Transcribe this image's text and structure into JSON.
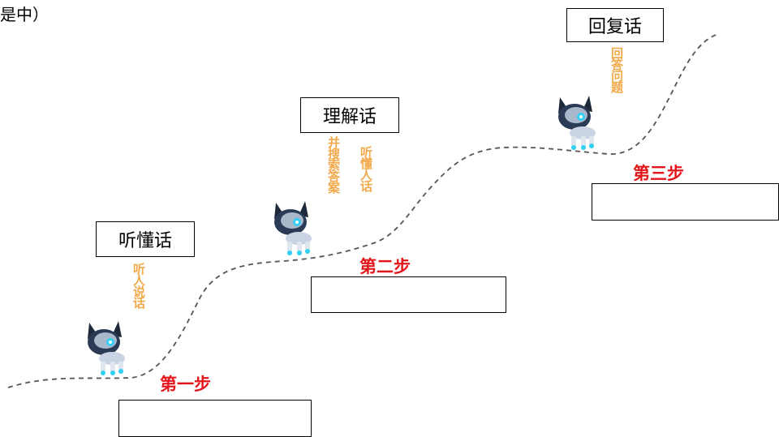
{
  "corner_text": "是中）",
  "steps": [
    {
      "title": "听懂话",
      "label": "第一步",
      "captions": [
        "听人说话"
      ]
    },
    {
      "title": "理解话",
      "label": "第二步",
      "captions": [
        "听懂人话",
        "并搜索答案"
      ]
    },
    {
      "title": "回复话",
      "label": "第三步",
      "captions": [
        "回答问题"
      ]
    }
  ],
  "colors": {
    "step_label": "#e3161b",
    "caption": "#f2a94a",
    "path": "#555555"
  },
  "icons": [
    "robot-dog-icon"
  ]
}
